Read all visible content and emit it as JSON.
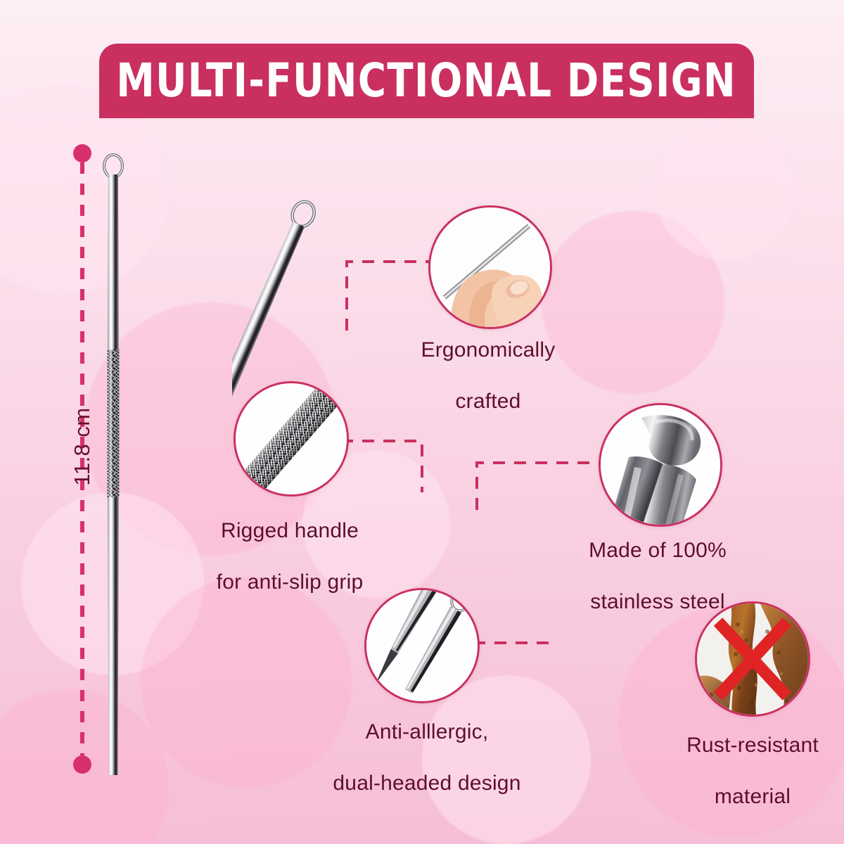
{
  "header": {
    "title": "MULTI-FUNCTIONAL DESIGN",
    "banner_color": "#c9305f",
    "title_color": "#ffffff"
  },
  "background": {
    "top_color": "#fdeef5",
    "bottom_color": "#f6bed6"
  },
  "measurement": {
    "label": "11.8 cm",
    "color": "#d8306a",
    "text_color": "#6b0f2c",
    "orientation": "vertical-rotated"
  },
  "product": {
    "name": "blackhead-remover-tool",
    "vertical_view_label": "full-length-tool",
    "diagonal_view_label": "angled-tool"
  },
  "callouts": [
    {
      "id": "ergonomic",
      "image": "hand-holding-tool-photo",
      "text": "Ergonomically\ncrafted",
      "text_line1": "Ergonomically",
      "text_line2": "crafted"
    },
    {
      "id": "rigged-handle",
      "image": "knurled-handle-closeup-photo",
      "text": "Rigged handle\nfor anti-slip grip",
      "text_line1": "Rigged handle",
      "text_line2": "for anti-slip grip"
    },
    {
      "id": "stainless-steel",
      "image": "stainless-steel-roll-photo",
      "text": "Made of 100%\nstainless steel",
      "text_line1": "Made of 100%",
      "text_line2": "stainless steel"
    },
    {
      "id": "dual-headed",
      "image": "dual-head-tips-photo",
      "text": "Anti-alllergic,\ndual-headed design",
      "text_line1": "Anti-alllergic,",
      "text_line2": "dual-headed design"
    },
    {
      "id": "rust-resistant",
      "image": "rusty-metal-photo-with-red-x",
      "text": "Rust-resistant\nmaterial",
      "text_line1": "Rust-resistant",
      "text_line2": "material"
    }
  ],
  "accent_colors": {
    "primary_pink": "#c9305f",
    "deep_maroon": "#5e0f2a",
    "dot_pink": "#d8306a",
    "cross_red": "#e02323"
  }
}
